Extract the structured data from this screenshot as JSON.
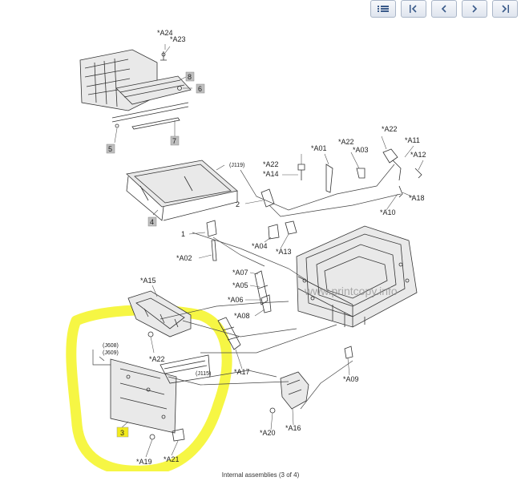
{
  "toolbar": {
    "buttons": [
      {
        "name": "list-button",
        "icon": "list-icon"
      },
      {
        "name": "first-page-button",
        "icon": "first-page-icon"
      },
      {
        "name": "prev-page-button",
        "icon": "chevron-left-icon"
      },
      {
        "name": "next-page-button",
        "icon": "chevron-right-icon"
      },
      {
        "name": "last-page-button",
        "icon": "last-page-icon"
      }
    ]
  },
  "labels": {
    "A24": "*A24",
    "A23": "*A23",
    "n8": "8",
    "n6": "6",
    "n5": "5",
    "n7": "7",
    "J119": "(J119)",
    "n4": "4",
    "A22a": "*A22",
    "A14": "*A14",
    "A01": "*A01",
    "A22b": "*A22",
    "A03": "*A03",
    "A22c": "*A22",
    "A11": "*A11",
    "A12": "*A12",
    "A18": "*A18",
    "A10": "*A10",
    "n2": "2",
    "n1": "1",
    "A04": "*A04",
    "A13": "*A13",
    "A02": "*A02",
    "A15": "*A15",
    "A07": "*A07",
    "A05": "*A05",
    "A06": "*A06",
    "A08": "*A08",
    "J608": "(J608)",
    "J609": "(J609)",
    "A22d": "*A22",
    "J115": "(J115)",
    "A17": "*A17",
    "A09": "*A09",
    "n3": "3",
    "A16": "*A16",
    "A20": "*A20",
    "A19": "*A19",
    "A21": "*A21"
  },
  "watermark": "www.printcopy.info",
  "caption": "Internal assemblies (3 of 4)",
  "colors": {
    "highlight": "#f5f53a",
    "tag": "#bfbfbf",
    "tag_highlight": "#f2ea1c"
  }
}
